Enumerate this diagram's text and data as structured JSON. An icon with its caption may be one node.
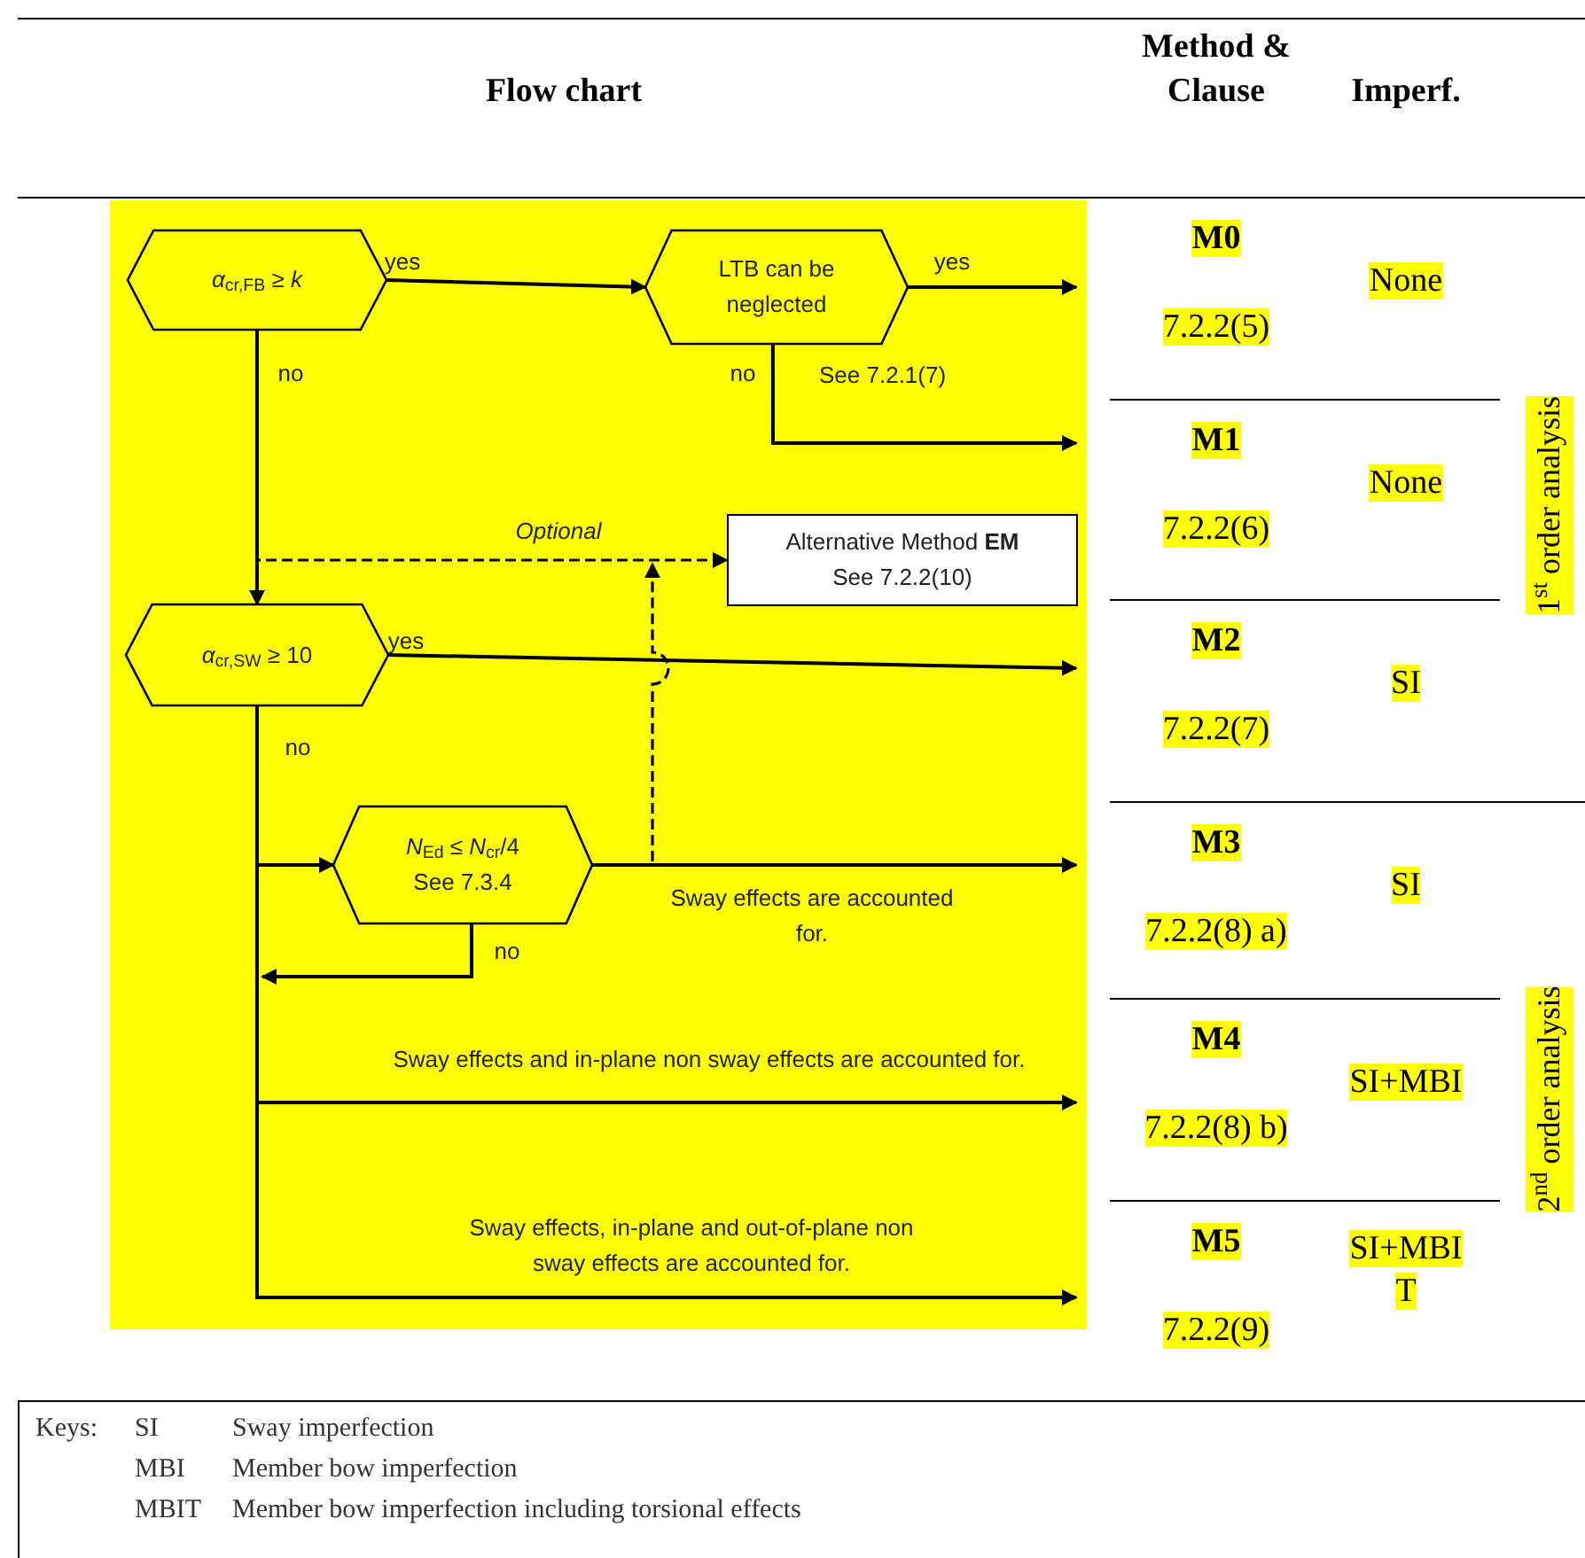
{
  "diagram": {
    "nodes": [
      {
        "text": [
          "*α*$_{cr,FB}$ ≥ *k*"
        ]
      },
      {
        "text": [
          "LTB can be neglected"
        ],
        "beside": [
          "See 7.2.1(7)"
        ]
      },
      {
        "text": [
          "Alternative Method **EM**",
          "See 7.2.2(10)"
        ]
      },
      {
        "text": [
          "*α*$_{cr,SW}$ ≥ 10"
        ]
      },
      {
        "text": [
          "*N*$_{Ed}$ ≤ *N*$_{cr}$/4",
          "See 7.3.4"
        ]
      }
    ],
    "edges": [
      {
        "from": 0,
        "to": 1,
        "arrow": "to",
        "label": "yes"
      },
      {
        "from": 1,
        "to": null,
        "arrow": "to",
        "label": "yes"
      },
      {
        "from": 1,
        "to": null,
        "arrow": "to",
        "label": "no"
      },
      {
        "from": 0,
        "to": 3,
        "arrow": "to",
        "label": "no"
      },
      {
        "from": 0,
        "to": 2,
        "arrow": "to",
        "label": "Optional",
        "style": "dashed"
      },
      {
        "from": 4,
        "to": 2,
        "arrow": "to",
        "style": "dashed"
      },
      {
        "from": 3,
        "to": null,
        "arrow": "to",
        "label": "yes"
      },
      {
        "from": 3,
        "to": 4,
        "arrow": "to",
        "label": "no"
      },
      {
        "from": 4,
        "to": null,
        "arrow": "to",
        "label": "Sway effects are accounted for."
      },
      {
        "from": 4,
        "to": null,
        "arrow": "to",
        "label": "no"
      },
      {
        "from": 3,
        "to": null,
        "arrow": "to",
        "label": "Sway effects and in-plane non sway effects are accounted for."
      },
      {
        "from": 3,
        "to": null,
        "arrow": "to",
        "label": "Sway effects, in-plane and out-of-plane non sway effects are accounted for."
      }
    ],
    "labels": [
      "Flow chart",
      "Method & Clause",
      "Imperf.",
      "M0",
      "7.2.2(5)",
      "None",
      "M1",
      "7.2.2(6)",
      "None",
      "M2",
      "7.2.2(7)",
      "SI",
      "M3",
      "7.2.2(8) a)",
      "SI",
      "M4",
      "7.2.2(8) b)",
      "SI+MBI",
      "M5",
      "7.2.2(9)",
      "SI+MBIT",
      "1$^{st}$ order analysis",
      "2$^{nd}$ order analysis",
      "Keys:",
      "SI",
      "Sway imperfection",
      "MBI",
      "Member bow imperfection",
      "MBIT",
      "Member bow imperfection including torsional effects"
    ]
  }
}
